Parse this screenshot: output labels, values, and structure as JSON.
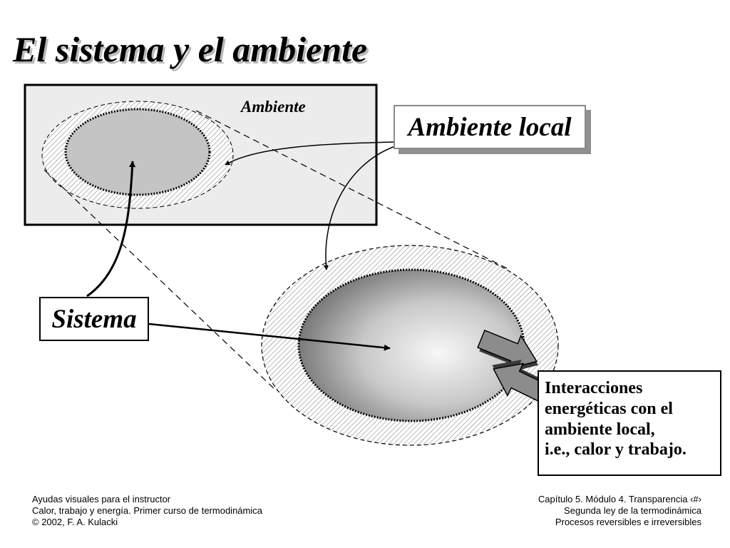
{
  "slide": {
    "title": "El sistema y el ambiente"
  },
  "diagram": {
    "ambiente_label": "Ambiente",
    "ambiente_local_label": "Ambiente local",
    "sistema_label": "Sistema",
    "interacciones_lines": [
      "Interacciones",
      "energéticas con el",
      "ambiente local,",
      "i.e., calor y trabajo."
    ]
  },
  "footer": {
    "left_lines": [
      "Ayudas visuales para el instructor",
      "Calor, trabajo y energía. Primer curso de termodinámica",
      "© 2002, F. A. Kulacki"
    ],
    "right_lines": [
      "Capítulo 5. Módulo 4.  Transparencia ‹#›",
      "Segunda ley de la termodinámica",
      "Procesos reversibles e irreversibles"
    ]
  },
  "colors": {
    "ambiente_fill": "#ececec",
    "sistema_fill": "#c4c4c4",
    "arrow_fill": "#8c8c8c",
    "shadow": "#8f8f8f"
  }
}
